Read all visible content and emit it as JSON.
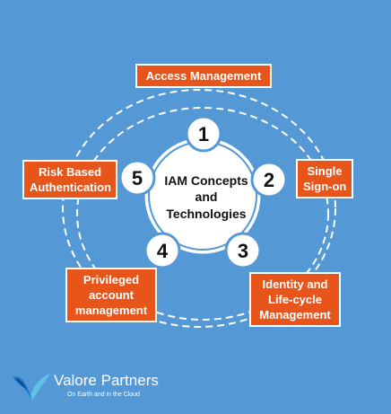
{
  "diagram": {
    "center_lines": [
      "IAM Concepts",
      "and",
      "Technologies"
    ],
    "nodes": [
      {
        "number": "1",
        "label_lines": [
          "Access Management"
        ]
      },
      {
        "number": "2",
        "label_lines": [
          "Single",
          "Sign-on"
        ]
      },
      {
        "number": "3",
        "label_lines": [
          "Identity and",
          "Life-cycle",
          "Management"
        ]
      },
      {
        "number": "4",
        "label_lines": [
          "Privileged",
          "account",
          "management"
        ]
      },
      {
        "number": "5",
        "label_lines": [
          "Risk Based",
          "Authentication"
        ]
      }
    ]
  },
  "logo": {
    "name": "Valore Partners",
    "tagline": "On Earth and in the Cloud"
  },
  "colors": {
    "background": "#5598d6",
    "label_fill": "#e8551b",
    "outline": "#ffffff"
  }
}
